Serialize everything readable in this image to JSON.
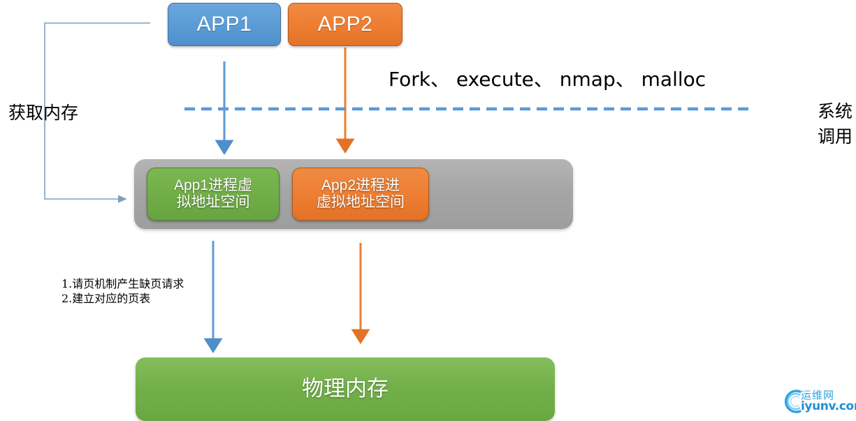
{
  "diagram": {
    "title_hidden": "",
    "app_boxes": [
      {
        "label": "APP1",
        "color": "#5B9BD5"
      },
      {
        "label": "APP2",
        "color": "#ED7D31"
      }
    ],
    "syscall_list": "Fork、 execute、 nmap、 malloc",
    "syscall_boundary_label": "系统调用",
    "acquire_memory_label": "获取内存",
    "virtual_address_spaces": [
      {
        "label": "App1进程虚\n拟地址空间",
        "color": "#70AD47"
      },
      {
        "label": "App2进程进\n虚拟地址空间",
        "color": "#ED7D31"
      }
    ],
    "paging_notes": "1.请页机制产生缺页请求\n2.建立对应的页表",
    "physical_memory_label": "物理内存",
    "colors": {
      "blue": "#5B9BD5",
      "orange": "#ED7D31",
      "green": "#70AD47",
      "gray": "#A6A6A6",
      "dashed_line": "#5B9BD5",
      "thin_connector": "#7F9FBF"
    }
  },
  "watermark": {
    "cn": "运维网",
    "en": "iyunv.com",
    "color": "#2AA3E0"
  }
}
